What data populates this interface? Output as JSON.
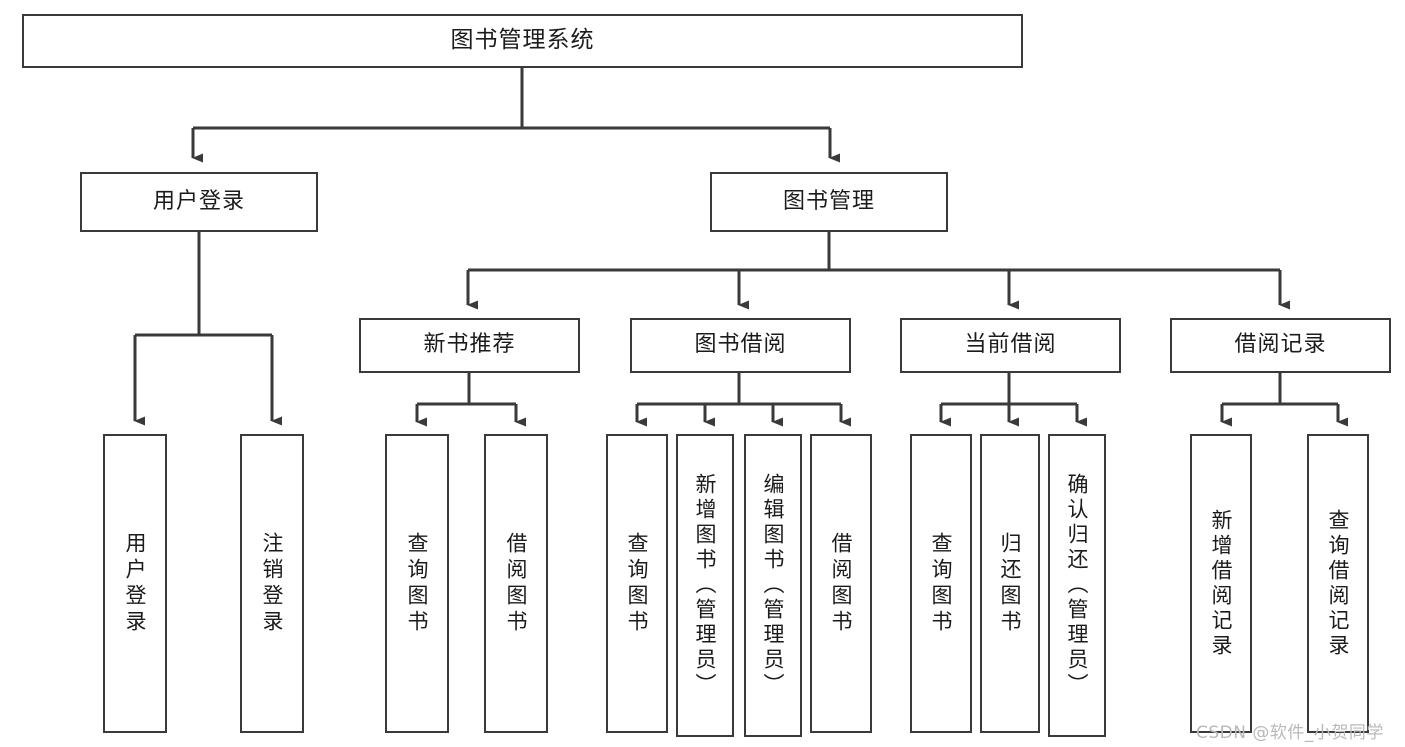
{
  "diagram": {
    "title": "图书管理系统",
    "watermark": "CSDN @软件_小贺同学",
    "line_color": "#3a3a3a",
    "text_color": "#1b1b1b",
    "background": "#ffffff",
    "watermark_color": "#b9b9b9"
  },
  "nodes": {
    "root": {
      "label": "图书管理系统"
    },
    "level2": [
      {
        "id": "user-login",
        "label": "用户登录"
      },
      {
        "id": "book-manage",
        "label": "图书管理"
      }
    ],
    "level3": [
      {
        "id": "new-book-recommend",
        "label": "新书推荐"
      },
      {
        "id": "book-borrow",
        "label": "图书借阅"
      },
      {
        "id": "current-borrow",
        "label": "当前借阅"
      },
      {
        "id": "borrow-record",
        "label": "借阅记录"
      }
    ],
    "leaves": {
      "user_login": [
        {
          "id": "leaf-user-login",
          "label": "用户登录"
        },
        {
          "id": "leaf-logout-login",
          "label": "注销登录"
        }
      ],
      "new_book_recommend": [
        {
          "id": "leaf-query-book-1",
          "label": "查询图书"
        },
        {
          "id": "leaf-borrow-book-1",
          "label": "借阅图书"
        }
      ],
      "book_borrow": [
        {
          "id": "leaf-query-book-2",
          "label": "查询图书"
        },
        {
          "id": "leaf-add-book",
          "label": "新增图书（管理员）"
        },
        {
          "id": "leaf-edit-book",
          "label": "编辑图书（管理员）"
        },
        {
          "id": "leaf-borrow-book-2",
          "label": "借阅图书"
        }
      ],
      "current_borrow": [
        {
          "id": "leaf-query-book-3",
          "label": "查询图书"
        },
        {
          "id": "leaf-return-book",
          "label": "归还图书"
        },
        {
          "id": "leaf-confirm-return",
          "label": "确认归还（管理员）"
        }
      ],
      "borrow_record": [
        {
          "id": "leaf-add-record",
          "label": "新增借阅记录"
        },
        {
          "id": "leaf-query-record",
          "label": "查询借阅记录"
        }
      ]
    }
  }
}
